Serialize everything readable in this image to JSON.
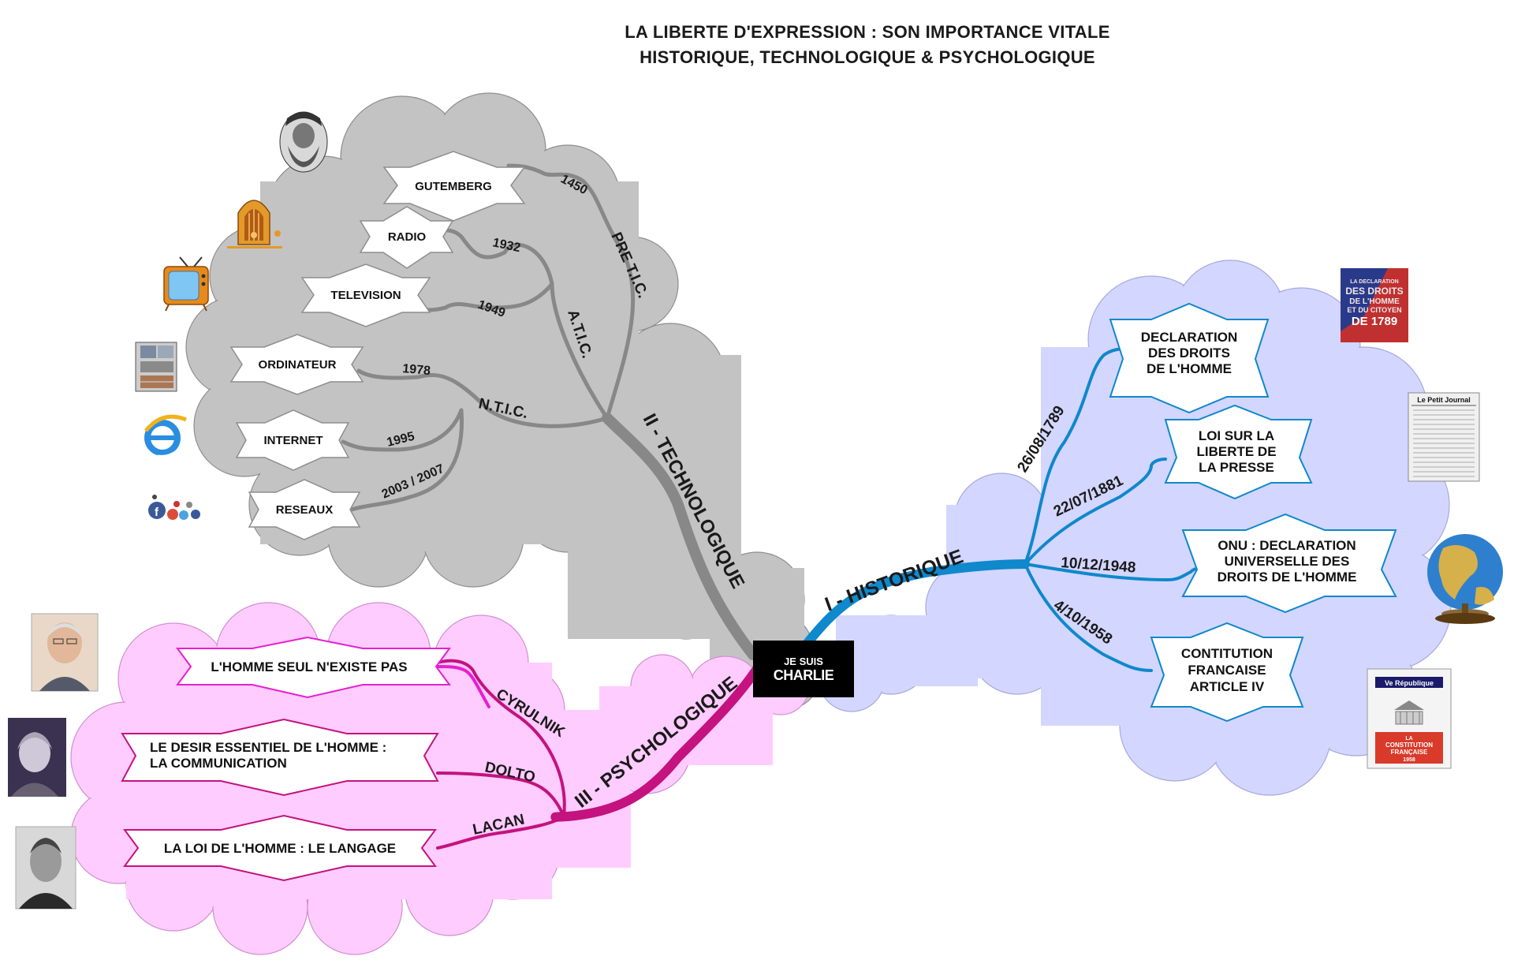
{
  "title": {
    "line1": "LA LIBERTE D'EXPRESSION : SON IMPORTANCE VITALE",
    "line2": "HISTORIQUE, TECHNOLOGIQUE & PSYCHOLOGIQUE"
  },
  "center": {
    "line1": "JE SUIS",
    "line2": "CHARLIE"
  },
  "colors": {
    "technologique": "#888888",
    "historique": "#0f88cc",
    "psychologique": "#c4127f",
    "psy_light": "#e61fd0",
    "cloud_gray": "#c3c3c3",
    "cloud_blue": "#d3d6ff",
    "cloud_pink": "#ffccff"
  },
  "technologique": {
    "label": "II - TECHNOLOGIQUE",
    "sub_pre": "PRE T.I.C.",
    "sub_atic": "A.T.I.C.",
    "sub_ntic": "N.T.I.C.",
    "items": [
      {
        "label": "GUTEMBERG",
        "year": "1450",
        "icon": "gutenberg-portrait-icon"
      },
      {
        "label": "RADIO",
        "year": "1932",
        "icon": "vintage-radio-icon"
      },
      {
        "label": "TELEVISION",
        "year": "1949",
        "icon": "retro-tv-icon"
      },
      {
        "label": "ORDINATEUR",
        "year": "1978",
        "icon": "old-computer-icon"
      },
      {
        "label": "INTERNET",
        "year": "1995",
        "icon": "internet-explorer-icon"
      },
      {
        "label": "RESEAUX",
        "year": "2003 / 2007",
        "icon": "social-networks-icon"
      }
    ]
  },
  "historique": {
    "label": "I - HISTORIQUE",
    "items": [
      {
        "date": "26/08/1789",
        "line1": "DECLARATION",
        "line2": "DES DROITS",
        "line3": "DE L'HOMME",
        "icon": "declaration-1789-book-icon"
      },
      {
        "date": "22/07/1881",
        "line1": "LOI SUR LA",
        "line2": "LIBERTE DE",
        "line3": "LA PRESSE",
        "icon": "newspaper-icon"
      },
      {
        "date": "10/12/1948",
        "line1": "ONU : DECLARATION",
        "line2": "UNIVERSELLE DES",
        "line3": "DROITS DE L'HOMME",
        "icon": "globe-icon"
      },
      {
        "date": "4/10/1958",
        "line1": "CONTITUTION",
        "line2": "FRANCAISE",
        "line3": "ARTICLE IV",
        "icon": "constitution-book-icon"
      }
    ],
    "book1": {
      "l1": "LA DECLARATION",
      "l2": "DES DROITS",
      "l3": "DE L'HOMME",
      "l4": "ET DU CITOYEN",
      "l5": "DE 1789"
    },
    "newspaper": {
      "name": "Le Petit Journal"
    },
    "constitution_book": {
      "l1": "Ve République",
      "l2": "LA",
      "l3": "CONSTITUTION",
      "l4": "FRANÇAISE",
      "l5": "1958"
    }
  },
  "psychologique": {
    "label": "III - PSYCHOLOGIQUE",
    "items": [
      {
        "author": "CYRULNIK",
        "line1": "L'HOMME SEUL N'EXISTE PAS",
        "line2": "",
        "icon": "cyrulnik-portrait-icon"
      },
      {
        "author": "DOLTO",
        "line1": "LE DESIR ESSENTIEL DE L'HOMME :",
        "line2": "LA COMMUNICATION",
        "icon": "dolto-portrait-icon"
      },
      {
        "author": "LACAN",
        "line1": "LA LOI DE L'HOMME : LE LANGAGE",
        "line2": "",
        "icon": "lacan-portrait-icon"
      }
    ]
  }
}
